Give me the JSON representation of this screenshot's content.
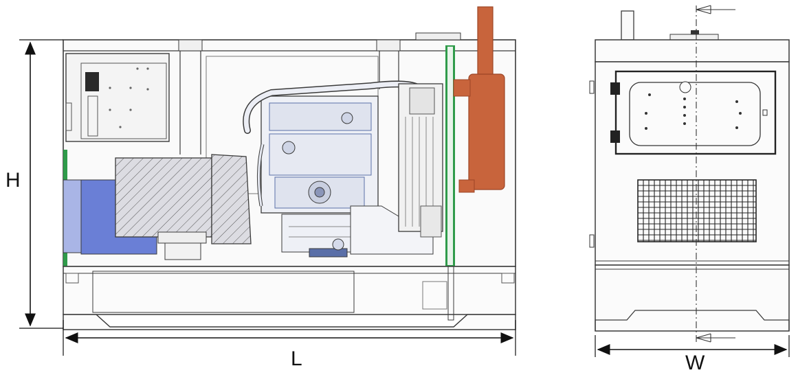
{
  "dimensions": {
    "height_label": "H",
    "length_label": "L",
    "width_label": "W"
  },
  "colors": {
    "line": "#3a3a3a",
    "panel_fill": "#f4f4f4",
    "frame_green": "#2f9b4a",
    "exhaust": "#c8643c",
    "exhaust_dark": "#9c4526",
    "alternator_blue": "#6a7fd6",
    "alternator_light": "#a9b5e6",
    "hatch_fill": "#d9d9df",
    "engine_blue": "#5a6fa8"
  }
}
